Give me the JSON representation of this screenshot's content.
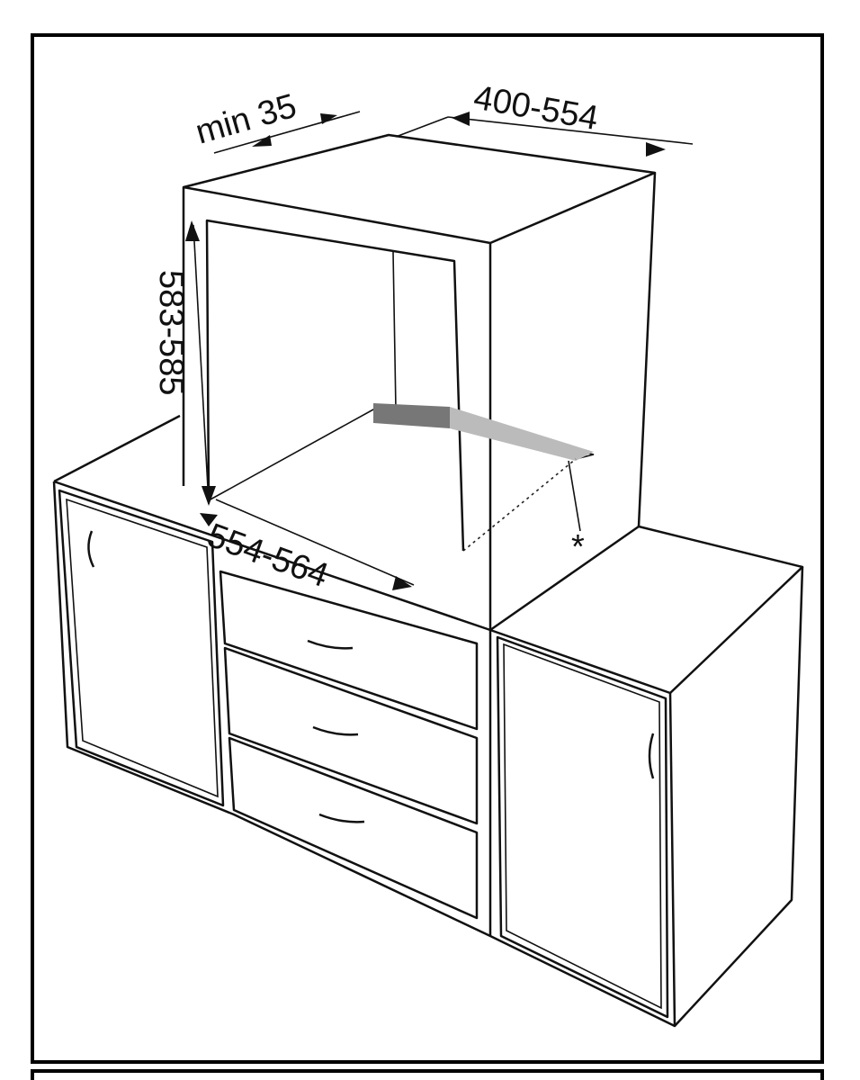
{
  "dimensions": {
    "min_gap": "min 35",
    "depth": "400-554",
    "height": "583-585",
    "width": "554-564",
    "note_marker": "*"
  }
}
